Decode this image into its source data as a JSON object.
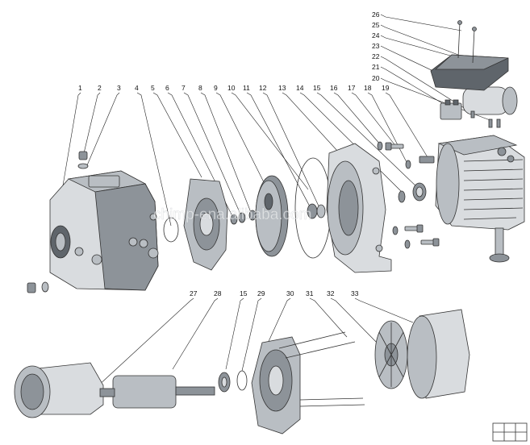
{
  "labels": {
    "top_row": [
      "1",
      "2",
      "3",
      "4",
      "5",
      "6",
      "7",
      "8",
      "9",
      "10",
      "11",
      "12",
      "13",
      "14",
      "15",
      "16",
      "17",
      "18",
      "19"
    ],
    "right_stack": [
      "20",
      "21",
      "22",
      "23",
      "24",
      "25",
      "26"
    ],
    "bottom_row": [
      "27",
      "28",
      "15",
      "29",
      "30",
      "31",
      "32",
      "33"
    ]
  },
  "watermark": "chimp-ena.alibaba.com"
}
